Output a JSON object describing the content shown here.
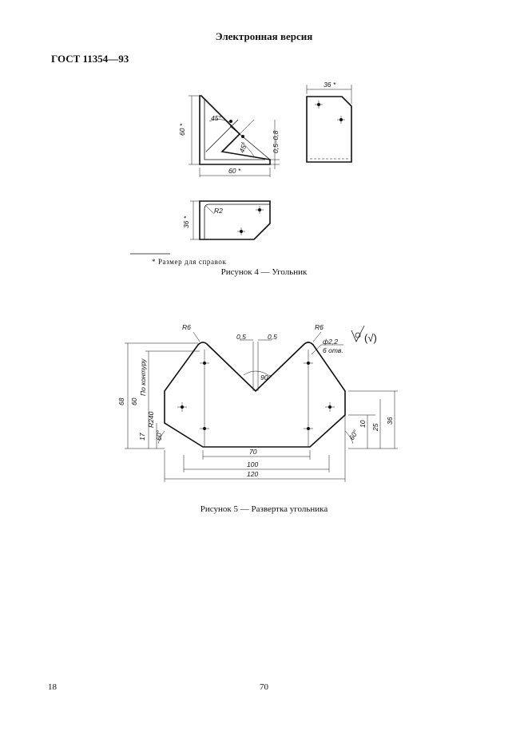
{
  "header": {
    "title": "Электронная версия",
    "doc_code": "ГОСТ 11354—93"
  },
  "figure4": {
    "caption": "Рисунок 4 — Угольник",
    "footnote": "* Размер для справок",
    "dims": {
      "height_60": "60 *",
      "width_60": "60 *",
      "angle_45_top": "45°",
      "angle_45_mid": "45°",
      "thickness": "0,5–0,8",
      "side_36": "36 *",
      "bottom_36": "36 *",
      "radius": "R2"
    }
  },
  "figure5": {
    "caption": "Рисунок 5 — Развертка угольника",
    "dims": {
      "r6_left": "R6",
      "r6_right": "R6",
      "gap_left": "0,5",
      "gap_right": "0,5",
      "hole": "ф2,2",
      "hole_count": "6 отв.",
      "surface_mark": "(√)",
      "angle_90": "90°",
      "h68": "68",
      "h60": "60",
      "contour": "По контуру",
      "r240": "R240",
      "h17": "17",
      "angle_60_left": "60°",
      "d70": "70",
      "d100": "100",
      "d120": "120",
      "h10": "10",
      "h25": "25",
      "h36": "36",
      "angle_60_right": "60°"
    }
  },
  "footer": {
    "page_left": "18",
    "page_center": "70"
  }
}
